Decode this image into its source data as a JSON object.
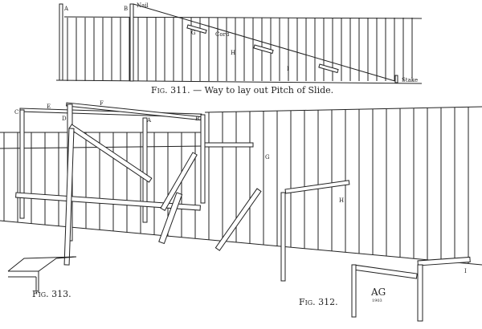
{
  "fig311": {
    "caption_num": "Fig. 311.",
    "caption_text": "— Way to lay out Pitch of Slide.",
    "labels": {
      "post_a": "A",
      "post_b": "B",
      "nail": "Nail",
      "board_g": "G",
      "cord": "Cord",
      "board_h": "H",
      "board_i": "I",
      "stake": "Stake"
    }
  },
  "fig312": {
    "caption": "Fig. 312.",
    "labels": {
      "c": "C",
      "e": "E",
      "d": "D",
      "f": "F",
      "a": "A",
      "b": "B",
      "g": "G",
      "h": "H",
      "i": "I"
    }
  },
  "fig313": {
    "caption": "Fig. 313."
  },
  "monogram": {
    "letters": "AG",
    "year": "1903"
  }
}
